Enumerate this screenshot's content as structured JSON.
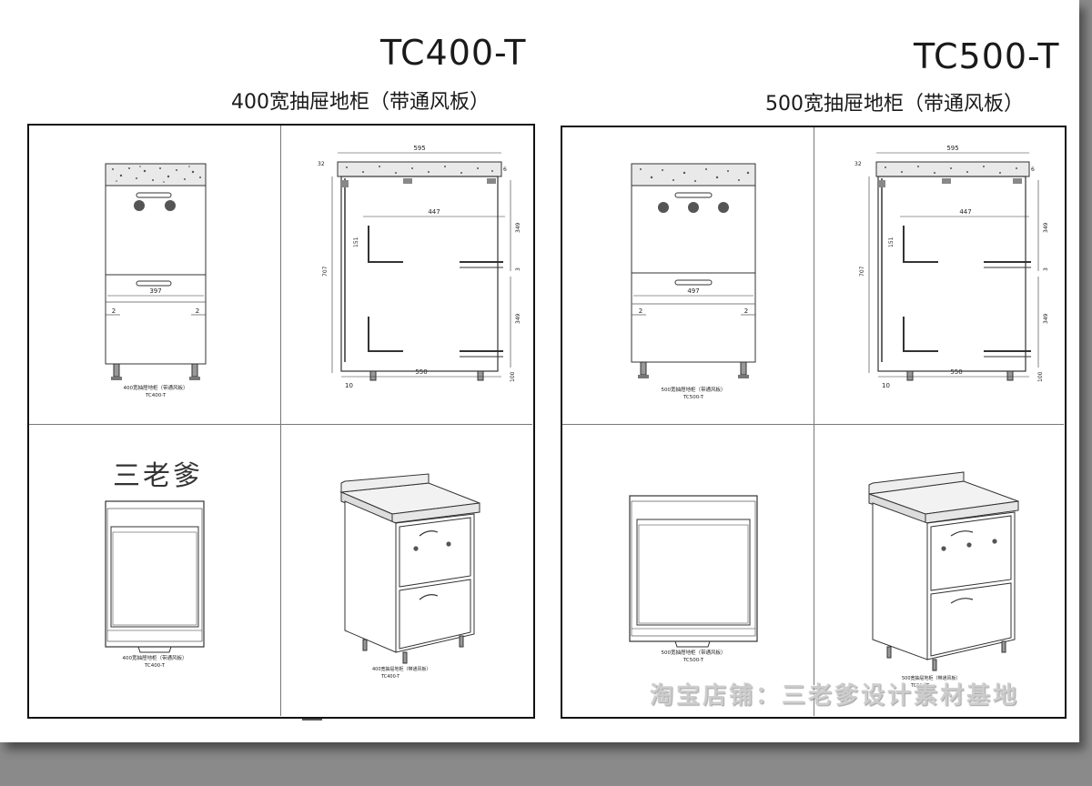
{
  "header": {
    "left": {
      "code": "TC400-T",
      "subtitle": "400宽抽屉地柜（带通风板）"
    },
    "right": {
      "code": "TC500-T",
      "subtitle": "500宽抽屉地柜（带通风板）"
    }
  },
  "drawings": {
    "left": {
      "front_caption_1": "400宽抽屉地柜（带通风板）",
      "front_caption_2": "TC400-T",
      "inner_width": "397",
      "gap_left": "2",
      "gap_right": "2",
      "plan_caption_1": "400宽抽屉地柜（带通风板）",
      "plan_caption_2": "TC400-T",
      "iso_caption_1": "400宽抽屉地柜（带通风板）",
      "iso_caption_2": "TC400-T"
    },
    "right": {
      "front_caption_1": "500宽抽屉地柜（带通风板）",
      "front_caption_2": "TC500-T",
      "inner_width": "497",
      "gap_left": "2",
      "gap_right": "2",
      "plan_caption_1": "500宽抽屉地柜（带通风板）",
      "plan_caption_2": "TC500-T",
      "iso_caption_1": "500宽抽屉地柜（带通风板）",
      "iso_caption_2": "TC500-T"
    },
    "section_dims": {
      "top_depth": "595",
      "drawer_depth": "447",
      "side_height": "151",
      "total_height": "707",
      "drawer_height_top": "349",
      "drawer_height_bottom": "349",
      "gap_mid": "3",
      "bottom_depth": "550",
      "toe_offset": "10",
      "top_gap": "32",
      "top_thk": "6",
      "foot": "100"
    }
  },
  "brand_mark": "三老爹",
  "watermark": "淘宝店铺：三老爹设计素材基地"
}
